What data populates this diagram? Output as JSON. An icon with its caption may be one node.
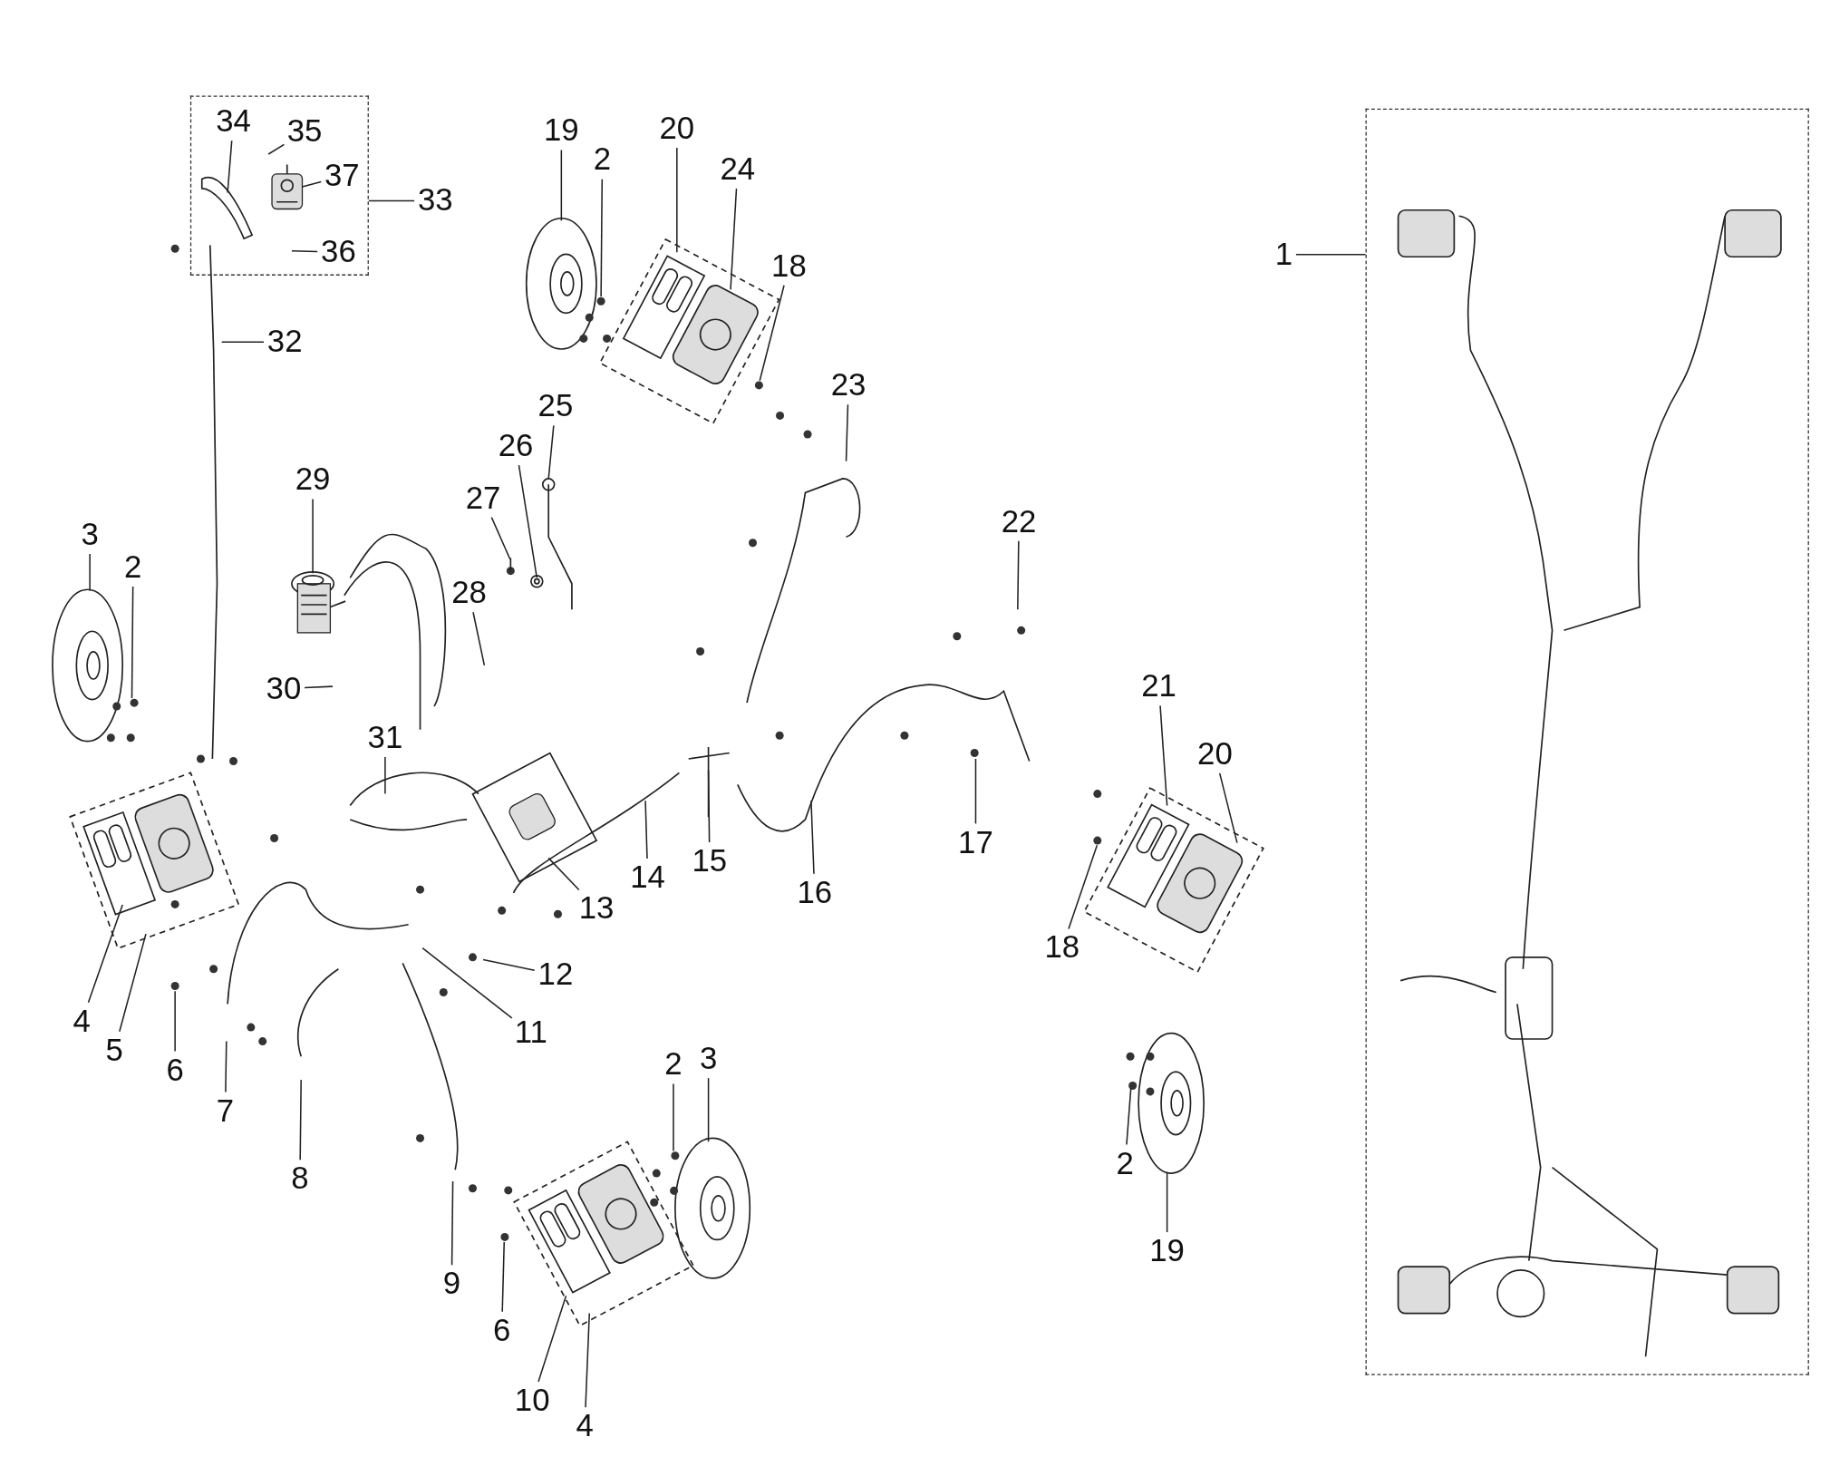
{
  "diagram": {
    "nodes": [
      {
        "text": [],
        "shape": "box"
      },
      {
        "text": [
          "34"
        ],
        "in": 0
      },
      {
        "text": [
          "35"
        ],
        "in": 0
      },
      {
        "text": [
          "37"
        ],
        "in": 0
      },
      {
        "text": [
          "36"
        ],
        "in": 0
      },
      {
        "text": [
          "33"
        ]
      },
      {
        "text": [],
        "shape": "box"
      },
      {
        "text": [
          "19"
        ]
      },
      {
        "text": [
          "20"
        ]
      },
      {
        "text": [
          "2"
        ]
      },
      {
        "text": [
          "24"
        ]
      },
      {
        "text": [
          "1"
        ]
      },
      {
        "text": [
          "18"
        ]
      },
      {
        "text": [
          "32"
        ]
      },
      {
        "text": [
          "23"
        ]
      },
      {
        "text": [
          "25"
        ]
      },
      {
        "text": [
          "26"
        ]
      },
      {
        "text": [
          "29"
        ]
      },
      {
        "text": [
          "27"
        ]
      },
      {
        "text": [
          "22"
        ]
      },
      {
        "text": [
          "3"
        ]
      },
      {
        "text": [
          "2"
        ]
      },
      {
        "text": [
          "28"
        ]
      },
      {
        "text": [
          "21"
        ]
      },
      {
        "text": [
          "30"
        ]
      },
      {
        "text": [
          "31"
        ]
      },
      {
        "text": [
          "20"
        ]
      },
      {
        "text": [
          "17"
        ]
      },
      {
        "text": [
          "15"
        ]
      },
      {
        "text": [
          "14"
        ]
      },
      {
        "text": [
          "16"
        ]
      },
      {
        "text": [
          "13"
        ]
      },
      {
        "text": [
          "18"
        ]
      },
      {
        "text": [
          "12"
        ]
      },
      {
        "text": [
          "4"
        ]
      },
      {
        "text": [
          "11"
        ]
      },
      {
        "text": [
          "5"
        ]
      },
      {
        "text": [
          "3"
        ]
      },
      {
        "text": [
          "2"
        ]
      },
      {
        "text": [
          "6"
        ]
      },
      {
        "text": [
          "7"
        ]
      },
      {
        "text": [
          "2"
        ]
      },
      {
        "text": [
          "8"
        ]
      },
      {
        "text": [
          "19"
        ]
      },
      {
        "text": [
          "9"
        ]
      },
      {
        "text": [
          "6"
        ]
      },
      {
        "text": [
          "10"
        ]
      },
      {
        "text": [
          "4"
        ]
      },
      {
        "text": [],
        "shape": "picture",
        "in": 0
      },
      {
        "text": [],
        "shape": "picture",
        "in": 0
      },
      {
        "text": [],
        "shape": "picture"
      },
      {
        "text": [],
        "shape": "picture"
      },
      {
        "text": [],
        "shape": "picture"
      },
      {
        "text": [],
        "shape": "picture"
      },
      {
        "text": [],
        "shape": "picture"
      },
      {
        "text": [],
        "shape": "picture"
      },
      {
        "text": [],
        "shape": "picture"
      },
      {
        "text": [],
        "shape": "picture"
      },
      {
        "text": [],
        "shape": "picture"
      },
      {
        "text": [],
        "shape": "picture"
      },
      {
        "text": [],
        "shape": "picture"
      },
      {
        "text": [],
        "shape": "picture"
      },
      {
        "text": [],
        "shape": "picture"
      }
    ],
    "edges": [
      {
        "from": 1,
        "to": 48,
        "arrow": "none"
      },
      {
        "from": 2,
        "to": null,
        "arrow": "none"
      },
      {
        "from": 3,
        "to": 49,
        "arrow": "none"
      },
      {
        "from": 4,
        "to": null,
        "arrow": "none"
      },
      {
        "from": 5,
        "to": 0,
        "arrow": "none"
      },
      {
        "from": 7,
        "to": 50,
        "arrow": "none"
      },
      {
        "from": 8,
        "to": 51,
        "arrow": "none"
      },
      {
        "from": 9,
        "to": 50,
        "arrow": "none"
      },
      {
        "from": 10,
        "to": 51,
        "arrow": "none"
      },
      {
        "from": 11,
        "to": 6,
        "arrow": "none"
      },
      {
        "from": 12,
        "to": 51,
        "arrow": "none"
      },
      {
        "from": 13,
        "to": null,
        "arrow": "none"
      },
      {
        "from": 14,
        "to": null,
        "arrow": "none"
      },
      {
        "from": 15,
        "to": 52,
        "arrow": "none"
      },
      {
        "from": 16,
        "to": 62,
        "arrow": "none"
      },
      {
        "from": 17,
        "to": 54,
        "arrow": "none"
      },
      {
        "from": 18,
        "to": 53,
        "arrow": "none"
      },
      {
        "from": 19,
        "to": null,
        "arrow": "none"
      },
      {
        "from": 20,
        "to": 55,
        "arrow": "none"
      },
      {
        "from": 21,
        "to": 55,
        "arrow": "none"
      },
      {
        "from": 22,
        "to": null,
        "arrow": "none"
      },
      {
        "from": 23,
        "to": 58,
        "arrow": "none"
      },
      {
        "from": 24,
        "to": null,
        "arrow": "none"
      },
      {
        "from": 25,
        "to": null,
        "arrow": "none"
      },
      {
        "from": 26,
        "to": 58,
        "arrow": "none"
      },
      {
        "from": 27,
        "to": null,
        "arrow": "none"
      },
      {
        "from": 28,
        "to": null,
        "arrow": "none"
      },
      {
        "from": 29,
        "to": null,
        "arrow": "none"
      },
      {
        "from": 30,
        "to": null,
        "arrow": "none"
      },
      {
        "from": 31,
        "to": 57,
        "arrow": "none"
      },
      {
        "from": 32,
        "to": 58,
        "arrow": "none"
      },
      {
        "from": 33,
        "to": null,
        "arrow": "none"
      },
      {
        "from": 34,
        "to": 56,
        "arrow": "none"
      },
      {
        "from": 35,
        "to": null,
        "arrow": "none"
      },
      {
        "from": 36,
        "to": 56,
        "arrow": "none"
      },
      {
        "from": 37,
        "to": 59,
        "arrow": "none"
      },
      {
        "from": 38,
        "to": 59,
        "arrow": "none"
      },
      {
        "from": 39,
        "to": 56,
        "arrow": "none"
      },
      {
        "from": 40,
        "to": null,
        "arrow": "none"
      },
      {
        "from": 41,
        "to": 61,
        "arrow": "none"
      },
      {
        "from": 42,
        "to": null,
        "arrow": "none"
      },
      {
        "from": 43,
        "to": 61,
        "arrow": "none"
      },
      {
        "from": 44,
        "to": null,
        "arrow": "none"
      },
      {
        "from": 45,
        "to": 60,
        "arrow": "none"
      },
      {
        "from": 46,
        "to": 60,
        "arrow": "none"
      },
      {
        "from": 47,
        "to": 60,
        "arrow": "none"
      }
    ]
  }
}
